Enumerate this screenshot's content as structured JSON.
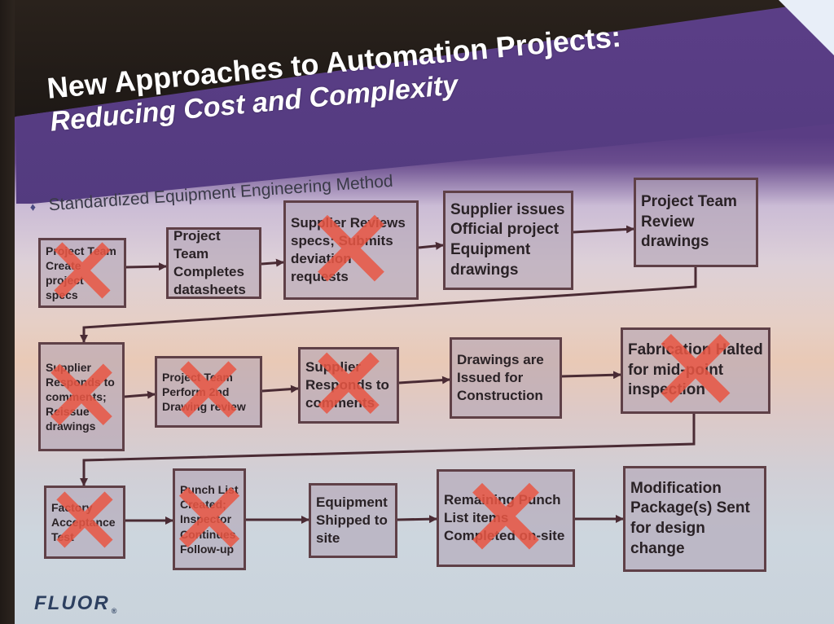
{
  "slide": {
    "title_line1": "New Approaches to Automation Projects:",
    "title_line2": "Reducing Cost and Complexity",
    "subtitle": "Standardized Equipment Engineering Method",
    "bullet_glyph": "♦",
    "logo": "FLUOR",
    "logo_mark": "®"
  },
  "x_glyph": "✕",
  "colors": {
    "title_bar": "#5b3e87",
    "box_border": "#5f4047",
    "x_mark": "#e85644",
    "arrow": "#4a2b34"
  },
  "rows": [
    {
      "steps": [
        {
          "text": "Project Team Create project specs",
          "crossed": true
        },
        {
          "text": "Project Team Completes datasheets",
          "crossed": false
        },
        {
          "text": "Supplier Reviews specs; Submits deviation requests",
          "crossed": true
        },
        {
          "text": "Supplier issues Official project Equipment drawings",
          "crossed": false
        },
        {
          "text": "Project Team Review drawings",
          "crossed": false
        }
      ]
    },
    {
      "steps": [
        {
          "text": "Supplier Responds to comments; Reissue drawings",
          "crossed": true
        },
        {
          "text": "Project Team Perform 2nd Drawing review",
          "crossed": true
        },
        {
          "text": "Supplier Responds to comments",
          "crossed": true
        },
        {
          "text": "Drawings are Issued for Construction",
          "crossed": false
        },
        {
          "text": "Fabrication Halted for mid-point inspection",
          "crossed": true
        }
      ]
    },
    {
      "steps": [
        {
          "text": "Factory Acceptance Test",
          "crossed": true
        },
        {
          "text": "Punch List Created; Inspector Continues Follow-up",
          "crossed": true
        },
        {
          "text": "Equipment Shipped to site",
          "crossed": false
        },
        {
          "text": "Remaining Punch List items Completed on-site",
          "crossed": true
        },
        {
          "text": "Modification Package(s) Sent for design change",
          "crossed": false
        }
      ]
    }
  ]
}
